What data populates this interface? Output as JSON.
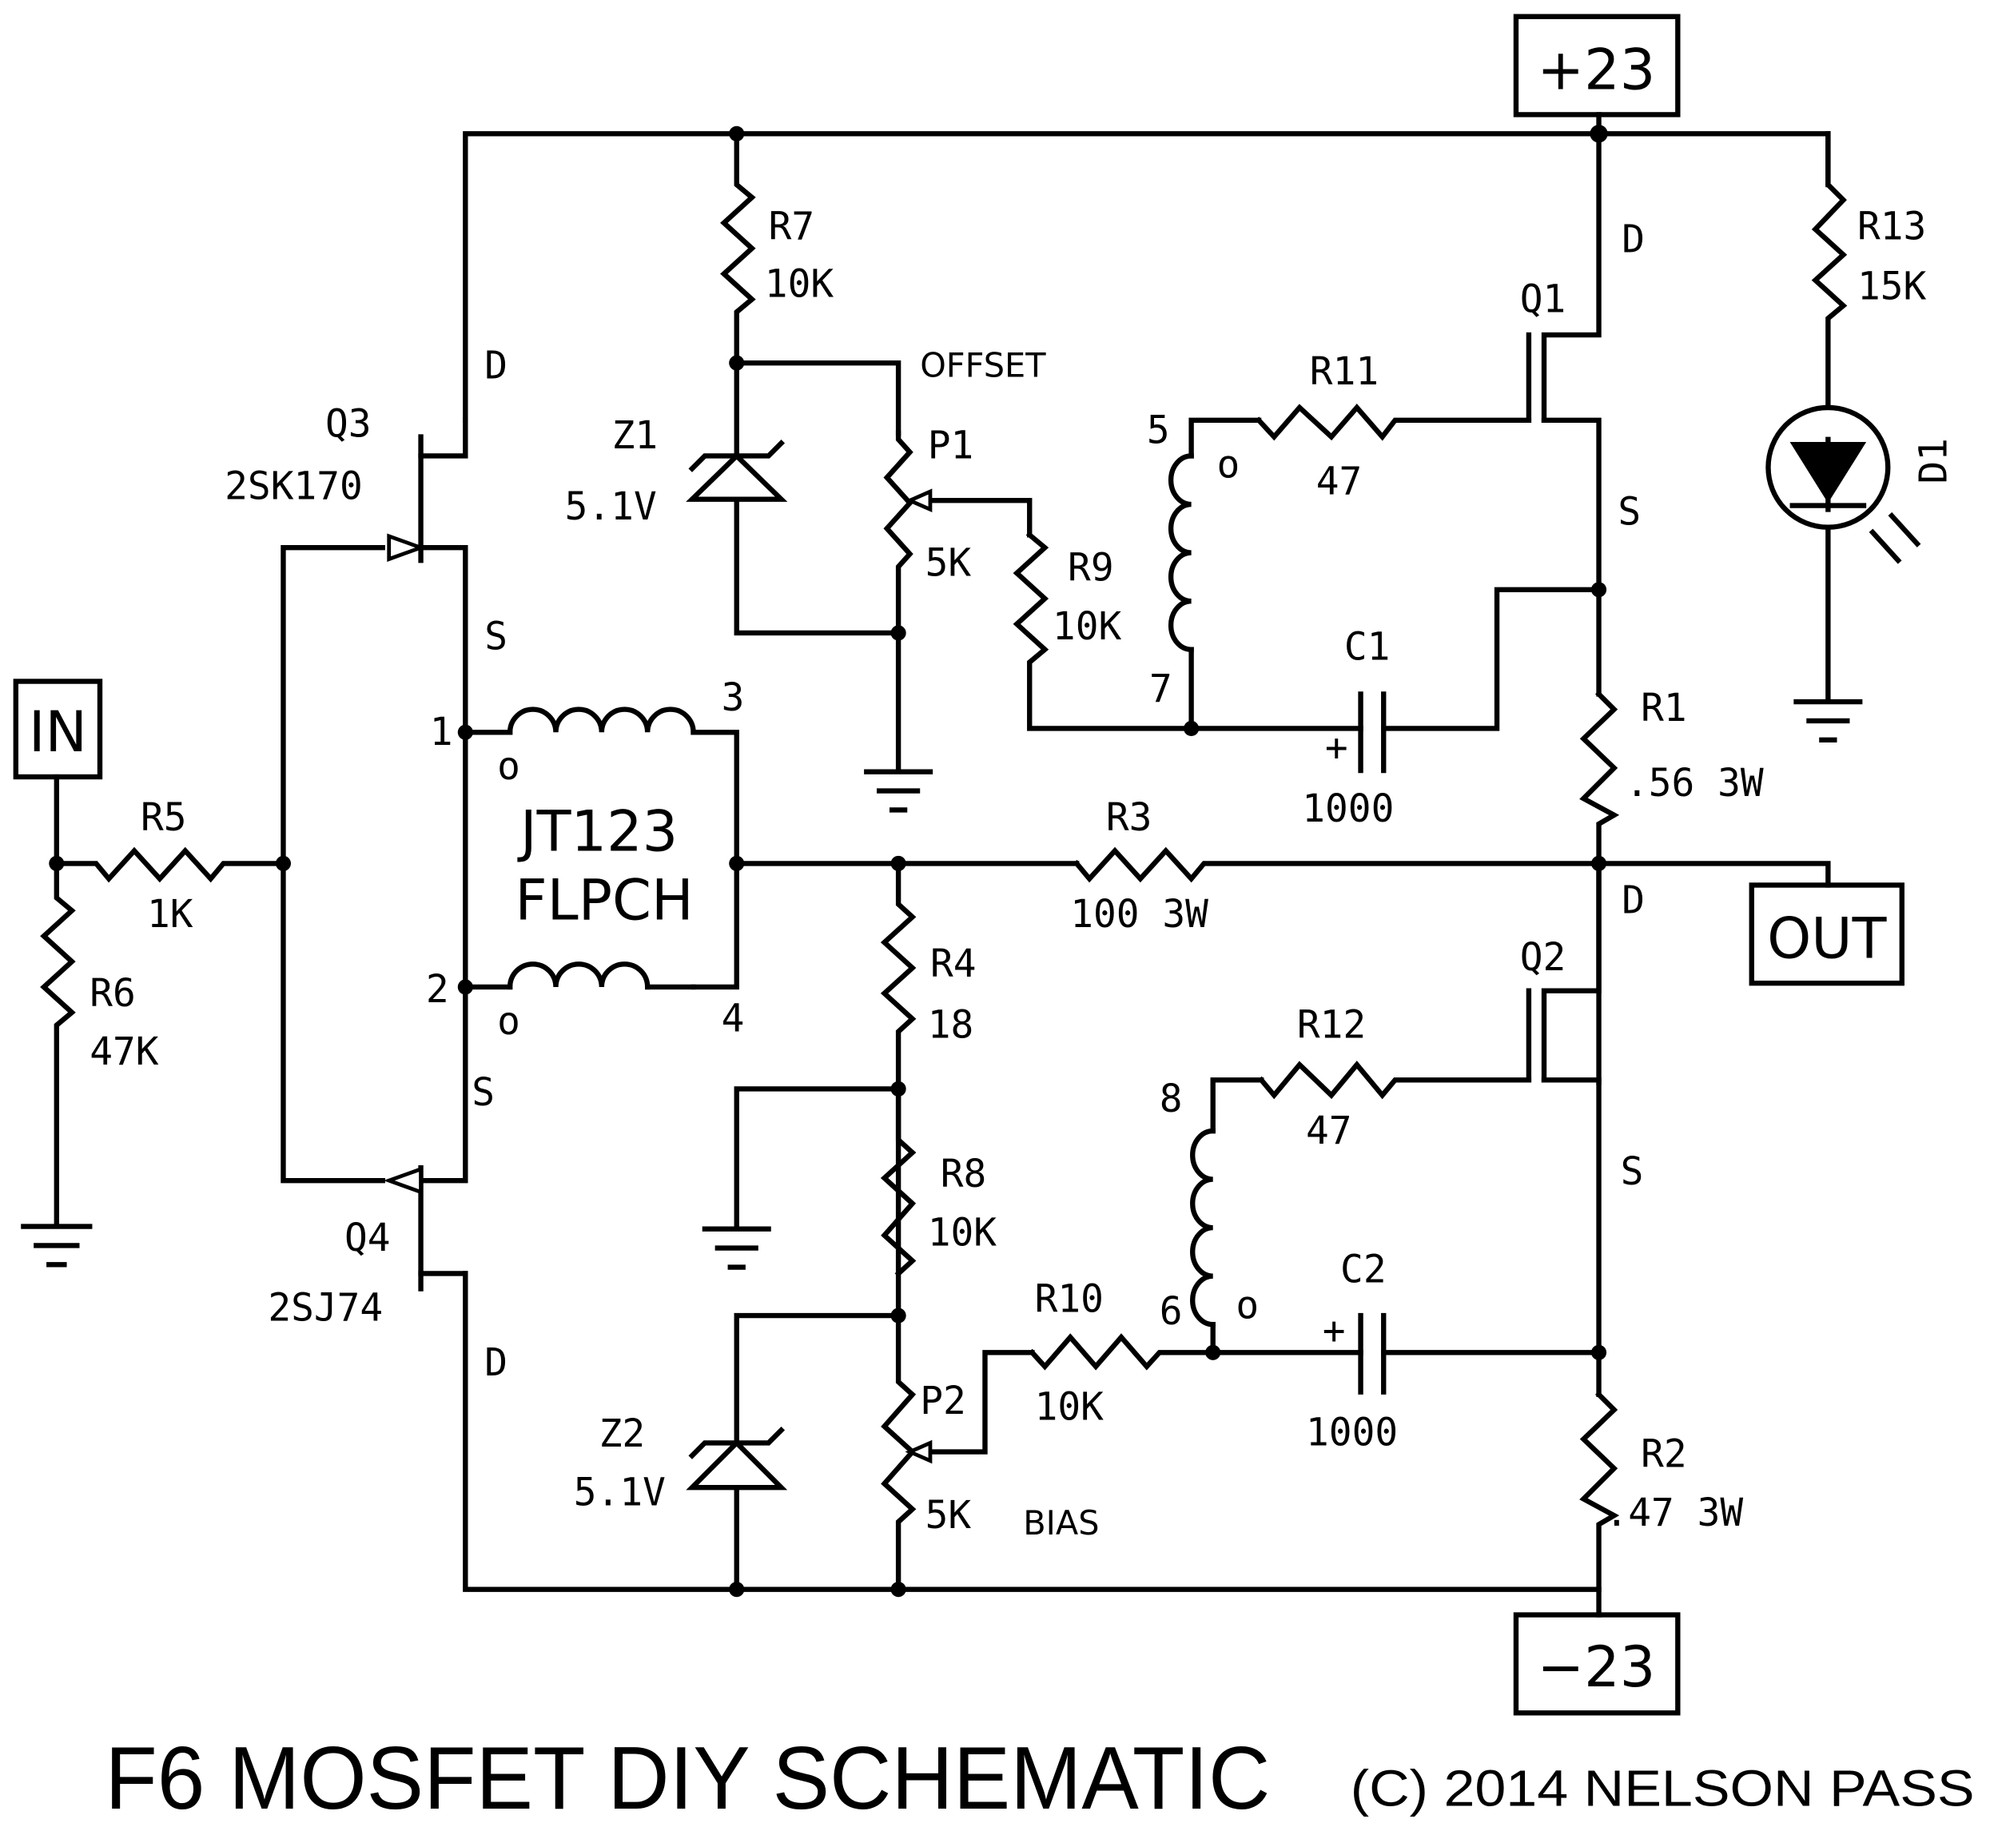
{
  "title": "F6 MOSFET DIY SCHEMATIC",
  "copyright": "(C) 2014 NELSON PASS",
  "ports": {
    "in": "IN",
    "out": "OUT",
    "vpos": "+23",
    "vneg": "−23"
  },
  "components": {
    "Q1": {
      "ref": "Q1",
      "d": "D",
      "s": "S"
    },
    "Q2": {
      "ref": "Q2",
      "d": "D",
      "s": "S"
    },
    "Q3": {
      "ref": "Q3",
      "value": "2SK170",
      "d": "D",
      "s": "S"
    },
    "Q4": {
      "ref": "Q4",
      "value": "2SJ74",
      "d": "D",
      "s": "S"
    },
    "R1": {
      "ref": "R1",
      "value": ".56 3W"
    },
    "R2": {
      "ref": "R2",
      "value": ".47 3W"
    },
    "R3": {
      "ref": "R3",
      "value": "100 3W"
    },
    "R4": {
      "ref": "R4",
      "value": "18"
    },
    "R5": {
      "ref": "R5",
      "value": "1K"
    },
    "R6": {
      "ref": "R6",
      "value": "47K"
    },
    "R7": {
      "ref": "R7",
      "value": "10K"
    },
    "R8": {
      "ref": "R8",
      "value": "10K"
    },
    "R9": {
      "ref": "R9",
      "value": "10K"
    },
    "R10": {
      "ref": "R10",
      "value": "10K"
    },
    "R11": {
      "ref": "R11",
      "value": "47"
    },
    "R12": {
      "ref": "R12",
      "value": "47"
    },
    "R13": {
      "ref": "R13",
      "value": "15K"
    },
    "C1": {
      "ref": "C1",
      "value": "1000",
      "polarity": "+"
    },
    "C2": {
      "ref": "C2",
      "value": "1000",
      "polarity": "+"
    },
    "Z1": {
      "ref": "Z1",
      "value": "5.1V"
    },
    "Z2": {
      "ref": "Z2",
      "value": "5.1V"
    },
    "P1": {
      "ref": "P1",
      "value": "5K",
      "function": "OFFSET"
    },
    "P2": {
      "ref": "P2",
      "value": "5K",
      "function": "BIAS"
    },
    "D1": {
      "ref": "D1"
    },
    "T1": {
      "ref": "JT123",
      "value": "FLPCH",
      "pins": [
        "1",
        "2",
        "3",
        "4",
        "5",
        "6",
        "7",
        "8"
      ],
      "phase_dot": "o"
    }
  }
}
